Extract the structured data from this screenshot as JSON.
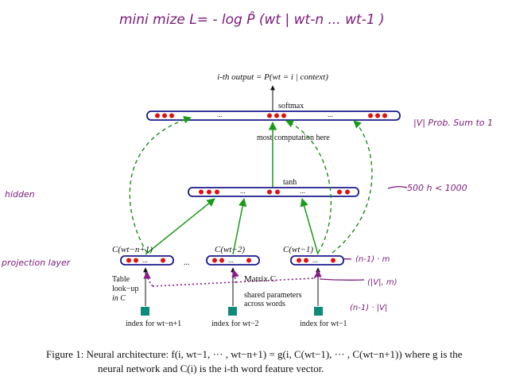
{
  "handwriting": {
    "top": "mini mize  L= - log P̂ (wt | wt-n ... wt-1 )",
    "hidden": "hidden",
    "projection": "projection layer",
    "prob_sum": "|V| Prob.  Sum to 1",
    "size": "500 h < 1000",
    "proj_dim": "(n-1) · m",
    "matrix_dim": "(|V|, m)",
    "table_dim": "(n-1) · |V|"
  },
  "diagram": {
    "output_label": "i-th output = P(wt = i | context)",
    "softmax": "softmax",
    "ellipsis": "...",
    "most_computation": "most computation here",
    "tanh": "tanh",
    "c1": "C(wt−n+1)",
    "c2": "C(wt−2)",
    "c3": "C(wt−1)",
    "table_lookup": [
      "Table",
      "look−up",
      "in C"
    ],
    "matrix_c": "Matrix C",
    "shared": [
      "shared parameters",
      "across words"
    ],
    "index1": "index for wt−n+1",
    "index2": "index for wt−2",
    "index3": "index for wt−1"
  },
  "caption": {
    "line1": "Figure 1: Neural architecture: f(i, wt−1, ··· , wt−n+1) = g(i, C(wt−1), ··· , C(wt−n+1)) where g is the",
    "line2": "neural network and C(i) is the i-th word feature vector."
  },
  "colors": {
    "box": "#1a1a8c",
    "dot": "#e01010",
    "arrow": "#1a9a1a",
    "dashed": "#1a8a1a",
    "dotted": "#8a1a8a",
    "teal": "#0e8a7a",
    "ink": "#7a1a7a"
  }
}
